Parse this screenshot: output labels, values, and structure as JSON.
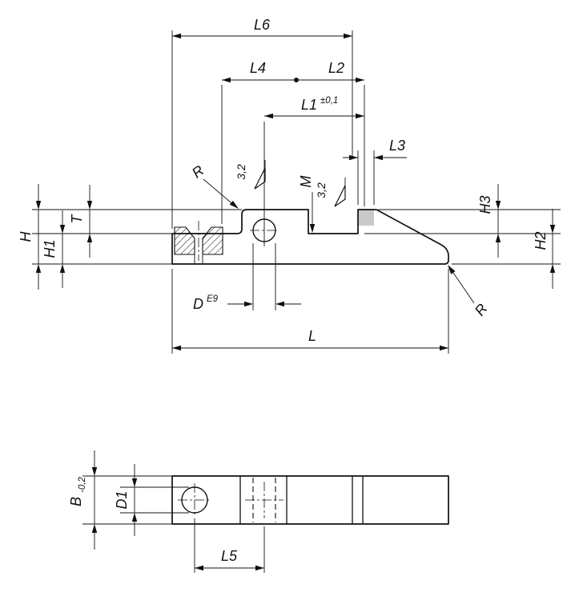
{
  "drawing": {
    "colors": {
      "line": "#111111",
      "background": "#ffffff",
      "insert_highlight": "#c9c9c9"
    },
    "labels": {
      "l6": "L6",
      "l4": "L4",
      "l2": "L2",
      "l1": "L1",
      "l1_tolerance": "±0,1",
      "l3": "L3",
      "thread": "M",
      "surface_finish_1": "3,2",
      "surface_finish_2": "3,2",
      "h": "H",
      "h1": "H1",
      "t": "T",
      "h3": "H3",
      "h2": "H2",
      "radius_1": "R",
      "radius_2": "R",
      "d": "D",
      "d_tolerance": "E9",
      "l": "L",
      "b": "B",
      "b_tolerance": "-0,2",
      "d1": "D1",
      "l5": "L5"
    }
  }
}
